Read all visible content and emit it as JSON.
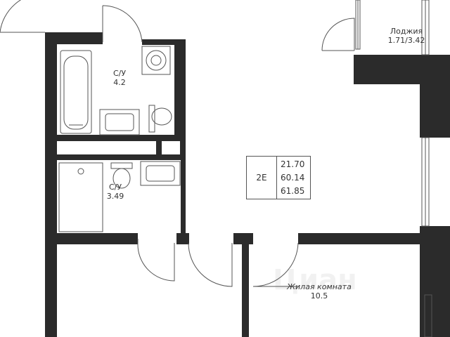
{
  "rooms": {
    "loggia": {
      "name": "Лоджия",
      "area": "1.71/3.42"
    },
    "bath1": {
      "name": "С/У",
      "area": "4.2"
    },
    "bath2": {
      "name": "С/У",
      "area": "3.49"
    },
    "living": {
      "name": "Жилая комната",
      "area": "10.5"
    }
  },
  "apartment": {
    "code": "2E",
    "areas": [
      "21.70",
      "60.14",
      "61.85"
    ]
  },
  "watermark": "Циан",
  "colors": {
    "wall": "#2b2b2b",
    "line": "#555555",
    "background": "#ffffff"
  }
}
